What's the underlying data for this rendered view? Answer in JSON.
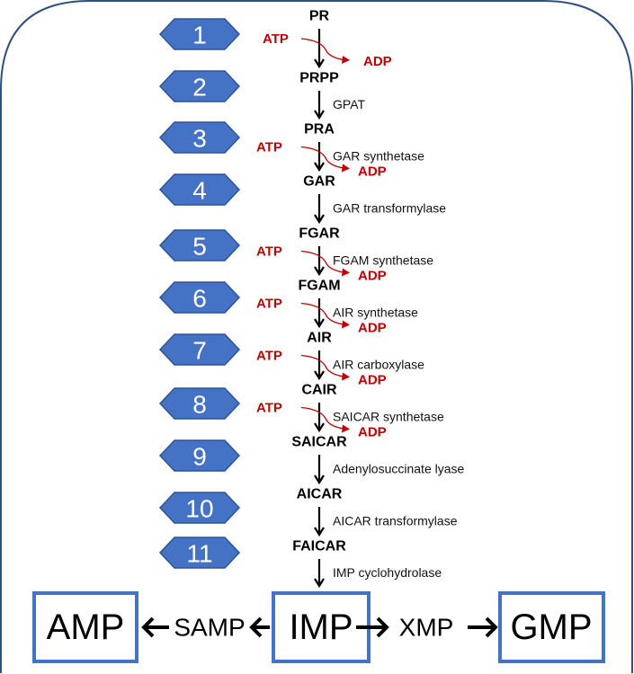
{
  "steps": [
    {
      "number": "1",
      "metabolite": "PR",
      "atp": "ATP",
      "adp": "ADP",
      "enzyme": ""
    },
    {
      "number": "2",
      "metabolite": "PRPP",
      "atp": "",
      "adp": "",
      "enzyme": "GPAT"
    },
    {
      "number": "3",
      "metabolite": "PRA",
      "atp": "ATP",
      "adp": "ADP",
      "enzyme": "GAR synthetase"
    },
    {
      "number": "4",
      "metabolite": "GAR",
      "atp": "",
      "adp": "",
      "enzyme": "GAR transformylase"
    },
    {
      "number": "5",
      "metabolite": "FGAR",
      "atp": "ATP",
      "adp": "ADP",
      "enzyme": "FGAM synthetase"
    },
    {
      "number": "6",
      "metabolite": "FGAM",
      "atp": "ATP",
      "adp": "ADP",
      "enzyme": "AIR synthetase"
    },
    {
      "number": "7",
      "metabolite": "AIR",
      "atp": "ATP",
      "adp": "ADP",
      "enzyme": "AIR carboxylase"
    },
    {
      "number": "8",
      "metabolite": "CAIR",
      "atp": "ATP",
      "adp": "ADP",
      "enzyme": "SAICAR synthetase"
    },
    {
      "number": "9",
      "metabolite": "SAICAR",
      "atp": "",
      "adp": "",
      "enzyme": "Adenylosuccinate lyase"
    },
    {
      "number": "10",
      "metabolite": "AICAR",
      "atp": "",
      "adp": "",
      "enzyme": "AICAR transformylase"
    },
    {
      "number": "11",
      "metabolite": "FAICAR",
      "atp": "",
      "adp": "",
      "enzyme": "IMP cyclohydrolase"
    }
  ],
  "final": {
    "amp": "AMP",
    "samp": "SAMP",
    "imp": "IMP",
    "xmp": "XMP",
    "gmp": "GMP"
  },
  "colors": {
    "hexagon": "#4472C4",
    "atp_adp": "#C00000",
    "box_border": "#4472C4",
    "frame": "#2F4F7F"
  }
}
